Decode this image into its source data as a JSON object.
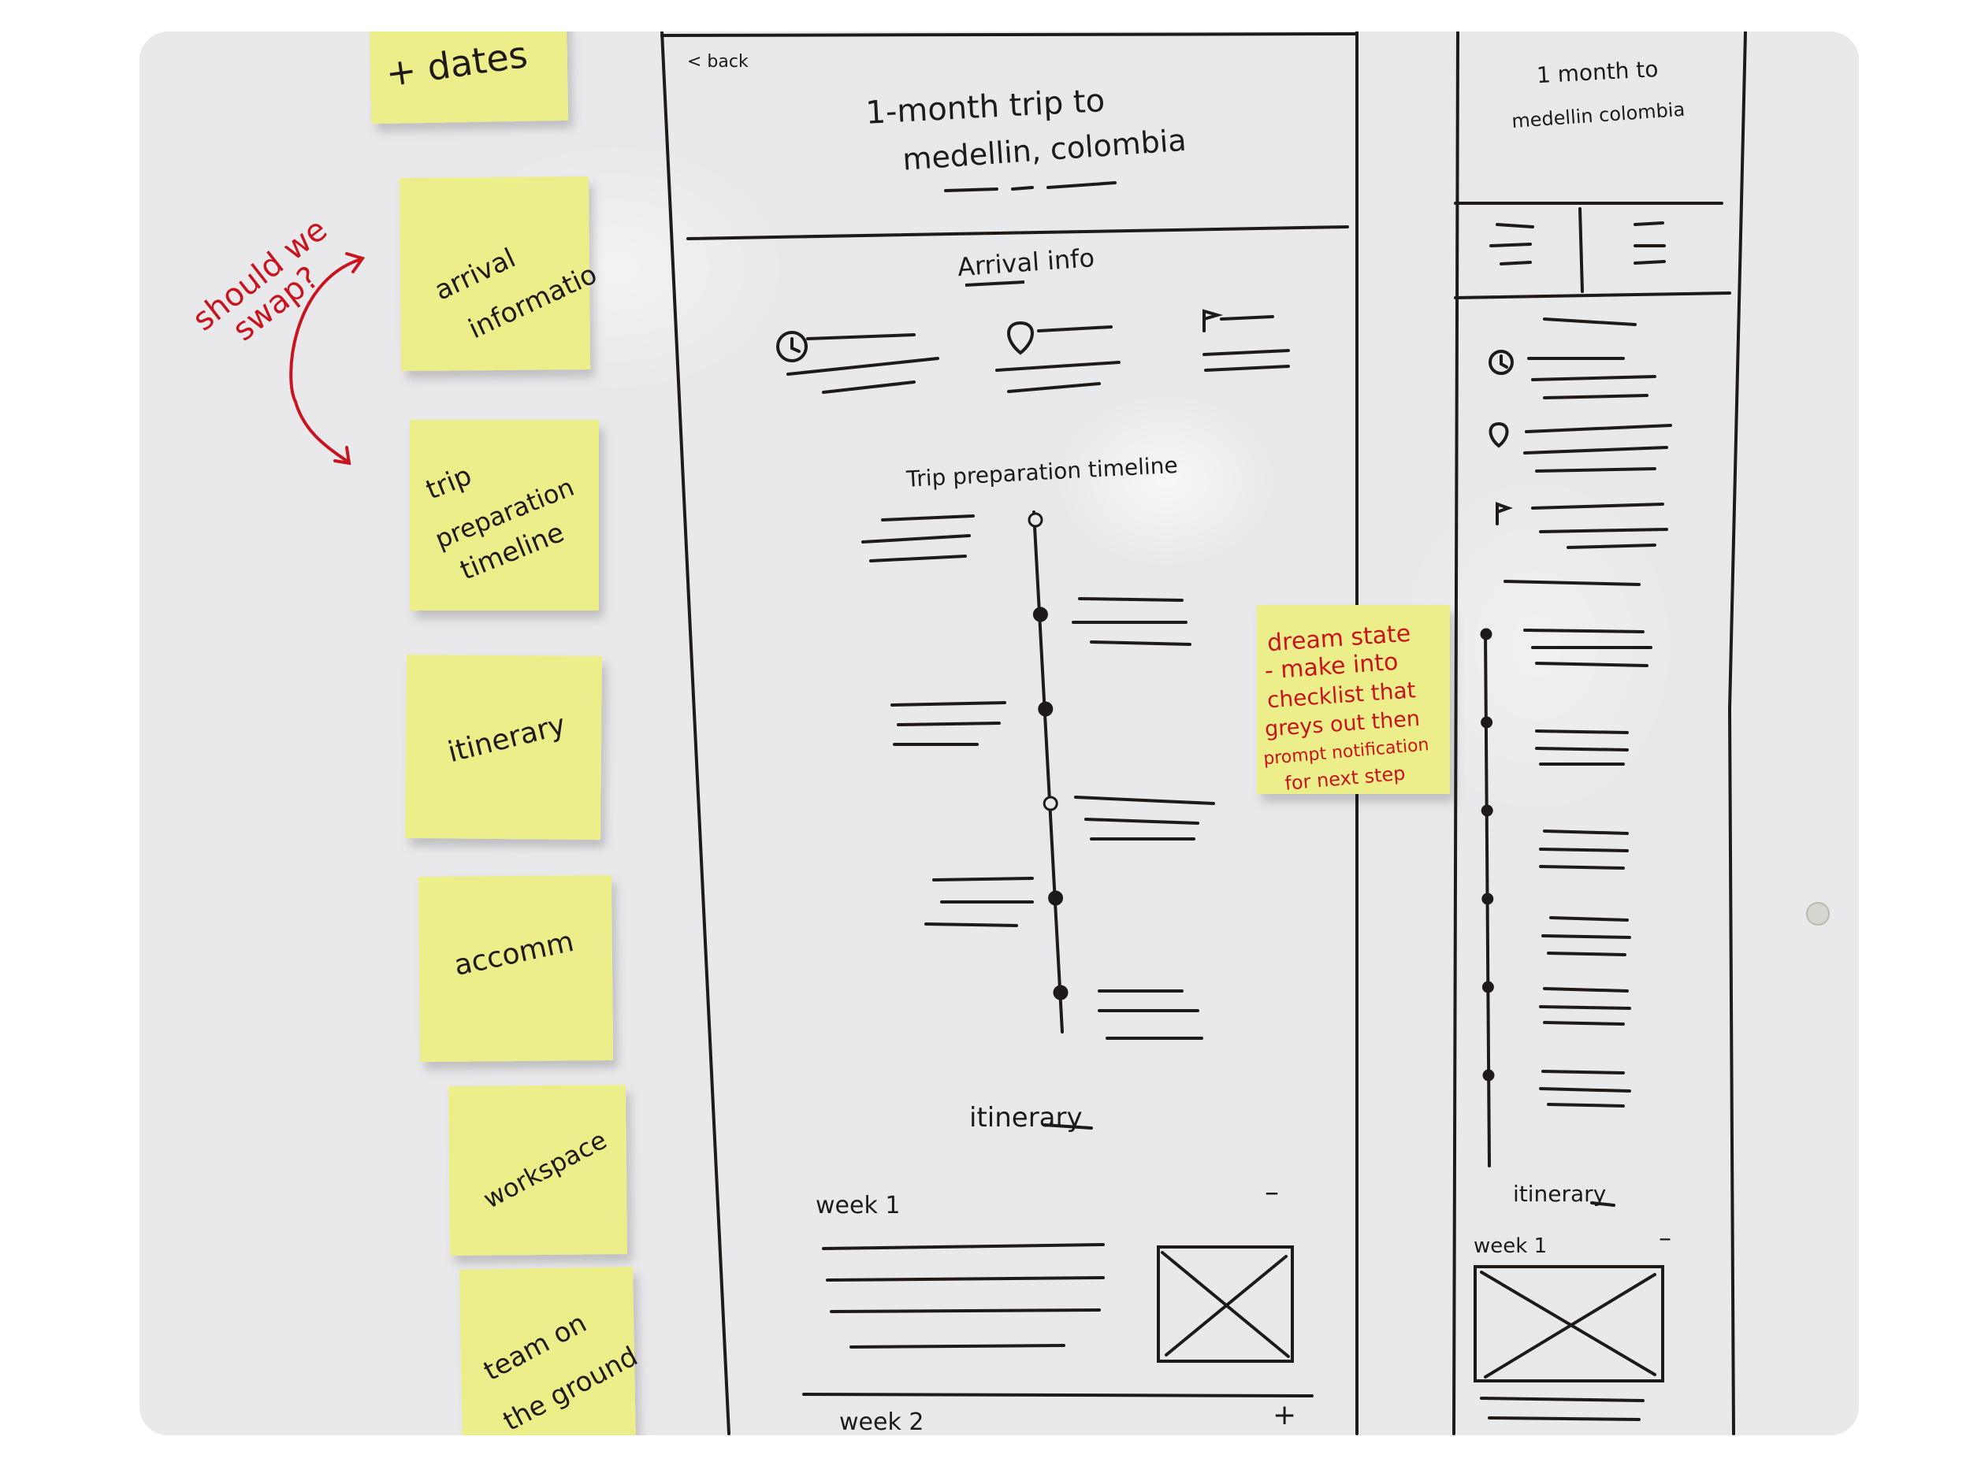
{
  "colors": {
    "page": "#ffffff",
    "board": "#e9e9ec",
    "ink": "#1f1a1a",
    "red_ink": "#c8141e",
    "sticky": "#ecee8a",
    "sticky_edge": "#d9db72"
  },
  "stickies": {
    "dates": "+ dates",
    "arrival": [
      "arrival",
      "informatio"
    ],
    "prep": [
      "trip",
      "preparation",
      "timeline"
    ],
    "itinerary": "itinerary",
    "accomm": "accomm",
    "workspace": "workspace",
    "team": [
      "team on",
      "the ground"
    ]
  },
  "note": {
    "question": [
      "should we",
      "swap?"
    ],
    "dream": [
      "dream state",
      "- make into",
      "checklist that",
      "greys out then",
      "prompt notification",
      "for next step"
    ]
  },
  "desktop_wire": {
    "back": "< back",
    "title": [
      "1-month trip to",
      "medellin, colombia"
    ],
    "arrival_heading": "Arrival info",
    "timeline_heading": "Trip preparation timeline",
    "itinerary_heading": "itinerary",
    "week1": "week 1",
    "week1_toggle": "–",
    "week2": "week 2",
    "week2_toggle": "+"
  },
  "mobile_wire": {
    "title": [
      "1 month to",
      "medellin colombia"
    ],
    "itinerary_heading": "itinerary",
    "week1": "week 1",
    "week1_toggle": "–"
  },
  "prep_timeline": {
    "milestone_count": 6
  }
}
